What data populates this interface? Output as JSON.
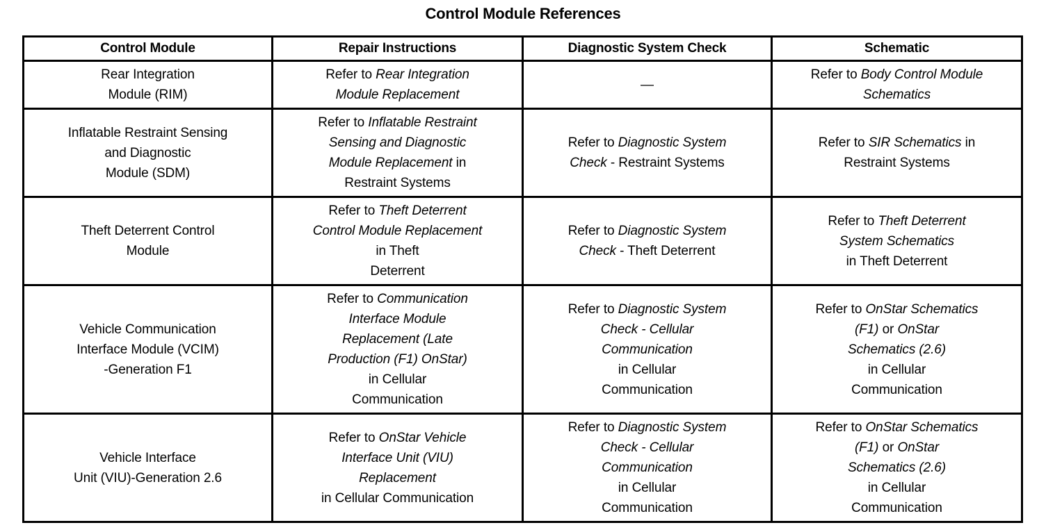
{
  "document": {
    "title": "Control Module References"
  },
  "table": {
    "headers": [
      "Control Module",
      "Repair Instructions",
      "Diagnostic System Check",
      "Schematic"
    ],
    "rows": [
      {
        "control_module": [
          "Rear Integration",
          "Module (RIM)"
        ],
        "repair_instructions": [
          [
            {
              "t": "Refer to ",
              "i": false
            },
            {
              "t": "Rear Integration",
              "i": true
            }
          ],
          [
            {
              "t": "Module Replacement",
              "i": true
            }
          ]
        ],
        "diagnostic_system_check": [
          [
            {
              "t": "—",
              "i": false
            }
          ]
        ],
        "schematic": [
          [
            {
              "t": "Refer to ",
              "i": false
            },
            {
              "t": "Body Control Module",
              "i": true
            }
          ],
          [
            {
              "t": "Schematics",
              "i": true
            }
          ]
        ]
      },
      {
        "control_module": [
          "Inflatable Restraint Sensing",
          "and Diagnostic",
          "Module (SDM)"
        ],
        "repair_instructions": [
          [
            {
              "t": "Refer to ",
              "i": false
            },
            {
              "t": "Inflatable Restraint",
              "i": true
            }
          ],
          [
            {
              "t": "Sensing and Diagnostic",
              "i": true
            }
          ],
          [
            {
              "t": "Module Replacement",
              "i": true
            },
            {
              "t": " in",
              "i": false
            }
          ],
          [
            {
              "t": "Restraint  Systems",
              "i": false
            }
          ]
        ],
        "diagnostic_system_check": [
          [
            {
              "t": "Refer to ",
              "i": false
            },
            {
              "t": "Diagnostic System",
              "i": true
            }
          ],
          [
            {
              "t": "Check",
              "i": true
            },
            {
              "t": " - Restraint  Systems",
              "i": false
            }
          ]
        ],
        "schematic": [
          [
            {
              "t": "Refer to ",
              "i": false
            },
            {
              "t": "SIR Schematics",
              "i": true
            },
            {
              "t": " in",
              "i": false
            }
          ],
          [
            {
              "t": "Restraint  Systems",
              "i": false
            }
          ]
        ]
      },
      {
        "control_module": [
          "Theft Deterrent Control",
          "Module"
        ],
        "repair_instructions": [
          [
            {
              "t": "Refer to ",
              "i": false
            },
            {
              "t": "Theft Deterrent",
              "i": true
            }
          ],
          [
            {
              "t": "Control Module Replacement",
              "i": true
            }
          ],
          [
            {
              "t": "in Theft",
              "i": false
            }
          ],
          [
            {
              "t": "Deterrent",
              "i": false
            }
          ]
        ],
        "diagnostic_system_check": [
          [
            {
              "t": "Refer to ",
              "i": false
            },
            {
              "t": "Diagnostic System",
              "i": true
            }
          ],
          [
            {
              "t": "Check",
              "i": true
            },
            {
              "t": " - Theft Deterrent",
              "i": false
            }
          ]
        ],
        "schematic": [
          [
            {
              "t": "Refer to ",
              "i": false
            },
            {
              "t": "Theft Deterrent",
              "i": true
            }
          ],
          [
            {
              "t": "System Schematics",
              "i": true
            }
          ],
          [
            {
              "t": "in Theft Deterrent",
              "i": false
            }
          ]
        ]
      },
      {
        "control_module": [
          "Vehicle Communication",
          "Interface Module (VCIM)",
          "-Generation F1"
        ],
        "repair_instructions": [
          [
            {
              "t": "Refer to ",
              "i": false
            },
            {
              "t": "Communication",
              "i": true
            }
          ],
          [
            {
              "t": "Interface Module",
              "i": true
            }
          ],
          [
            {
              "t": "Replacement (Late",
              "i": true
            }
          ],
          [
            {
              "t": "Production (F1) OnStar)",
              "i": true
            }
          ],
          [
            {
              "t": "in Cellular",
              "i": false
            }
          ],
          [
            {
              "t": "Communication",
              "i": false
            }
          ]
        ],
        "diagnostic_system_check": [
          [
            {
              "t": "Refer to ",
              "i": false
            },
            {
              "t": "Diagnostic System",
              "i": true
            }
          ],
          [
            {
              "t": "Check - Cellular",
              "i": true
            }
          ],
          [
            {
              "t": "Communication",
              "i": true
            }
          ],
          [
            {
              "t": "in Cellular",
              "i": false
            }
          ],
          [
            {
              "t": "Communication",
              "i": false
            }
          ]
        ],
        "schematic": [
          [
            {
              "t": "Refer to ",
              "i": false
            },
            {
              "t": "OnStar Schematics",
              "i": true
            }
          ],
          [
            {
              "t": "(F1)",
              "i": true
            },
            {
              "t": "  or  ",
              "i": false
            },
            {
              "t": "OnStar",
              "i": true
            }
          ],
          [
            {
              "t": "Schematics (2.6)",
              "i": true
            }
          ],
          [
            {
              "t": "in Cellular",
              "i": false
            }
          ],
          [
            {
              "t": "Communication",
              "i": false
            }
          ]
        ]
      },
      {
        "control_module": [
          "Vehicle Interface",
          "Unit (VIU)-Generation 2.6"
        ],
        "repair_instructions": [
          [
            {
              "t": "Refer to ",
              "i": false
            },
            {
              "t": "OnStar Vehicle",
              "i": true
            }
          ],
          [
            {
              "t": "Interface Unit (VIU)",
              "i": true
            }
          ],
          [
            {
              "t": "Replacement",
              "i": true
            }
          ],
          [
            {
              "t": "in Cellular Communication",
              "i": false
            }
          ]
        ],
        "diagnostic_system_check": [
          [
            {
              "t": "Refer to ",
              "i": false
            },
            {
              "t": "Diagnostic System",
              "i": true
            }
          ],
          [
            {
              "t": "Check - Cellular",
              "i": true
            }
          ],
          [
            {
              "t": "Communication",
              "i": true
            }
          ],
          [
            {
              "t": "in Cellular",
              "i": false
            }
          ],
          [
            {
              "t": "Communication",
              "i": false
            }
          ]
        ],
        "schematic": [
          [
            {
              "t": "Refer to ",
              "i": false
            },
            {
              "t": "OnStar Schematics",
              "i": true
            }
          ],
          [
            {
              "t": "(F1)",
              "i": true
            },
            {
              "t": " or ",
              "i": false
            },
            {
              "t": "OnStar",
              "i": true
            }
          ],
          [
            {
              "t": "Schematics (2.6)",
              "i": true
            }
          ],
          [
            {
              "t": "in Cellular",
              "i": false
            }
          ],
          [
            {
              "t": "Communication",
              "i": false
            }
          ]
        ]
      }
    ]
  },
  "colors": {
    "background": "#ffffff",
    "text": "#000000",
    "border": "#000000"
  }
}
